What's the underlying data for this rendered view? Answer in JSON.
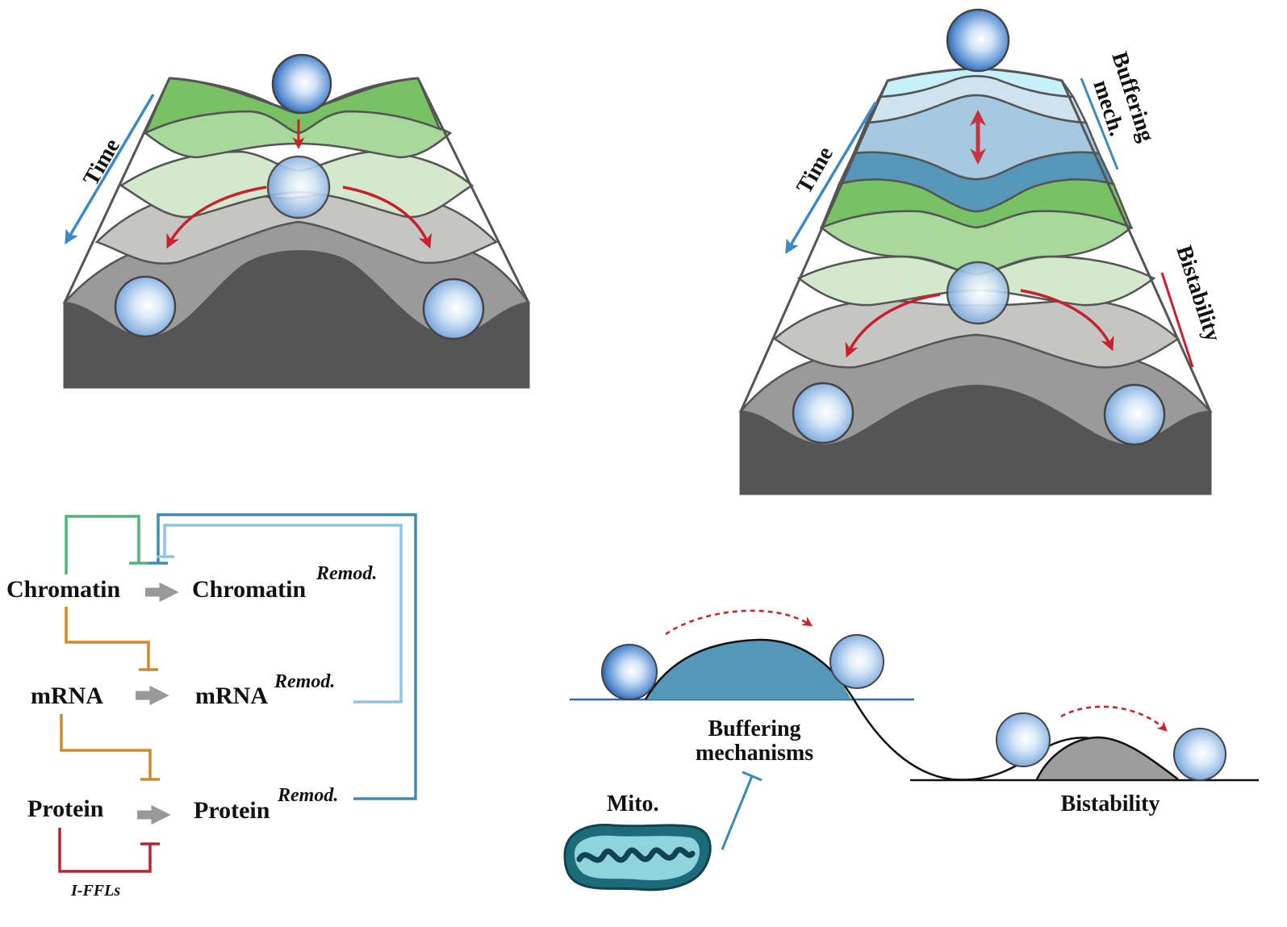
{
  "landscape_left": {
    "time_label": "Time"
  },
  "landscape_right": {
    "time_label": "Time",
    "buffering_label_line1": "Buffering",
    "buffering_label_line2": "mech.",
    "bistability_label": "Bistability"
  },
  "network": {
    "rows": [
      {
        "source": "Chromatin",
        "target": "Chromatin",
        "superscript": "Remod."
      },
      {
        "source": "mRNA",
        "target": "mRNA",
        "superscript": "Remod."
      },
      {
        "source": "Protein",
        "target": "Protein",
        "superscript": "Remod."
      }
    ],
    "iffl_label": "I-FFLs",
    "colors": {
      "chromatin_loop": "#4fb37a",
      "chromatin_to_mrna": "#d08a2e",
      "protein_loop": "#b5262c",
      "mrna_remod_feedback": "#8fc3de",
      "protein_remod_feedback": "#3b8ab5",
      "process_arrow": "#999999"
    }
  },
  "energy_profile": {
    "buffering_label_line1": "Buffering",
    "buffering_label_line2": "mechanisms",
    "bistability_label": "Bistability",
    "mito_label": "Mito.",
    "colors": {
      "buffering_hill": "#5596b9",
      "bistability_hill": "#9d9d9d",
      "transition_arrow": "#c8202c"
    }
  }
}
